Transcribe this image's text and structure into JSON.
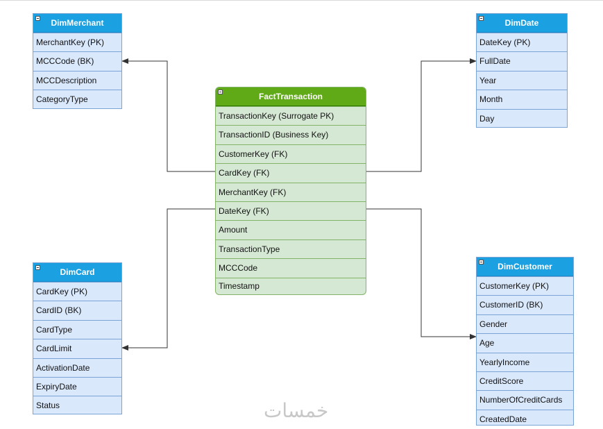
{
  "fact": {
    "title": "FactTransaction",
    "fields": [
      "TransactionKey (Surrogate PK)",
      "TransactionID (Business Key)",
      "CustomerKey (FK)",
      "CardKey (FK)",
      "MerchantKey (FK)",
      "DateKey (FK)",
      "Amount",
      "TransactionType",
      "MCCCode",
      "Timestamp"
    ]
  },
  "dim_merchant": {
    "title": "DimMerchant",
    "fields": [
      "MerchantKey (PK)",
      "MCCCode (BK)",
      "MCCDescription",
      "CategoryType"
    ]
  },
  "dim_date": {
    "title": "DimDate",
    "fields": [
      "DateKey (PK)",
      "FullDate",
      "Year",
      "Month",
      "Day"
    ]
  },
  "dim_card": {
    "title": "DimCard",
    "fields": [
      "CardKey (PK)",
      "CardID (BK)",
      "CardType",
      "CardLimit",
      "ActivationDate",
      "ExpiryDate",
      "Status"
    ]
  },
  "dim_customer": {
    "title": "DimCustomer",
    "fields": [
      "CustomerKey (PK)",
      "CustomerID (BK)",
      "Gender",
      "Age",
      "YearlyIncome",
      "CreditScore",
      "NumberOfCreditCards",
      "CreatedDate"
    ]
  },
  "watermark": "خمسات",
  "colors": {
    "dim_header": "#1ba1e2",
    "dim_body": "#dae8fc",
    "fact_header": "#60a917",
    "fact_body": "#d5e8d4",
    "connector": "#333333"
  }
}
